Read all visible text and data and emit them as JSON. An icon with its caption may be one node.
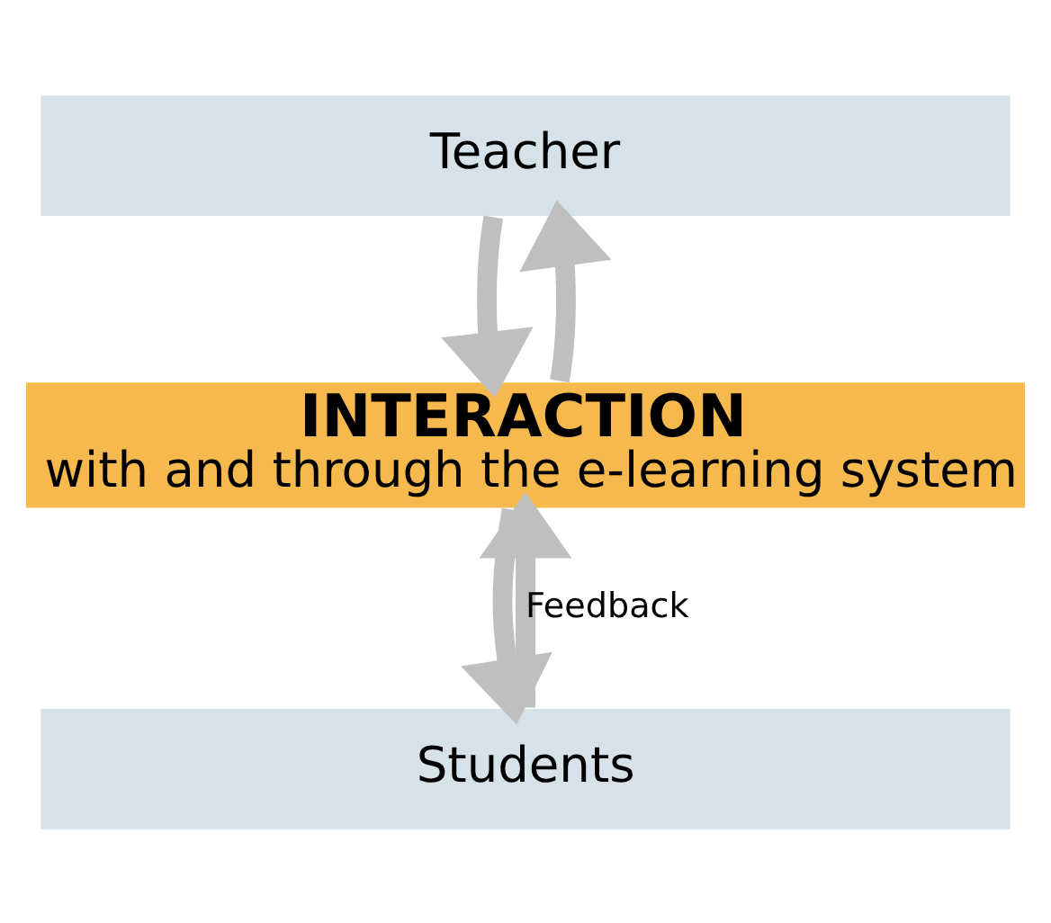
{
  "diagram": {
    "nodes": [
      {
        "text": [
          "Teacher"
        ]
      },
      {
        "text": [
          "INTERACTION",
          "with and through the e-learning system"
        ]
      },
      {
        "text": [
          "Students"
        ]
      }
    ],
    "edges": [
      {
        "from": 0,
        "to": 1,
        "arrow": "to"
      },
      {
        "from": 1,
        "to": 0,
        "arrow": "to"
      },
      {
        "from": 1,
        "to": 2,
        "arrow": "to"
      },
      {
        "from": 2,
        "to": 1,
        "arrow": "to",
        "label": "Feedback"
      }
    ]
  }
}
